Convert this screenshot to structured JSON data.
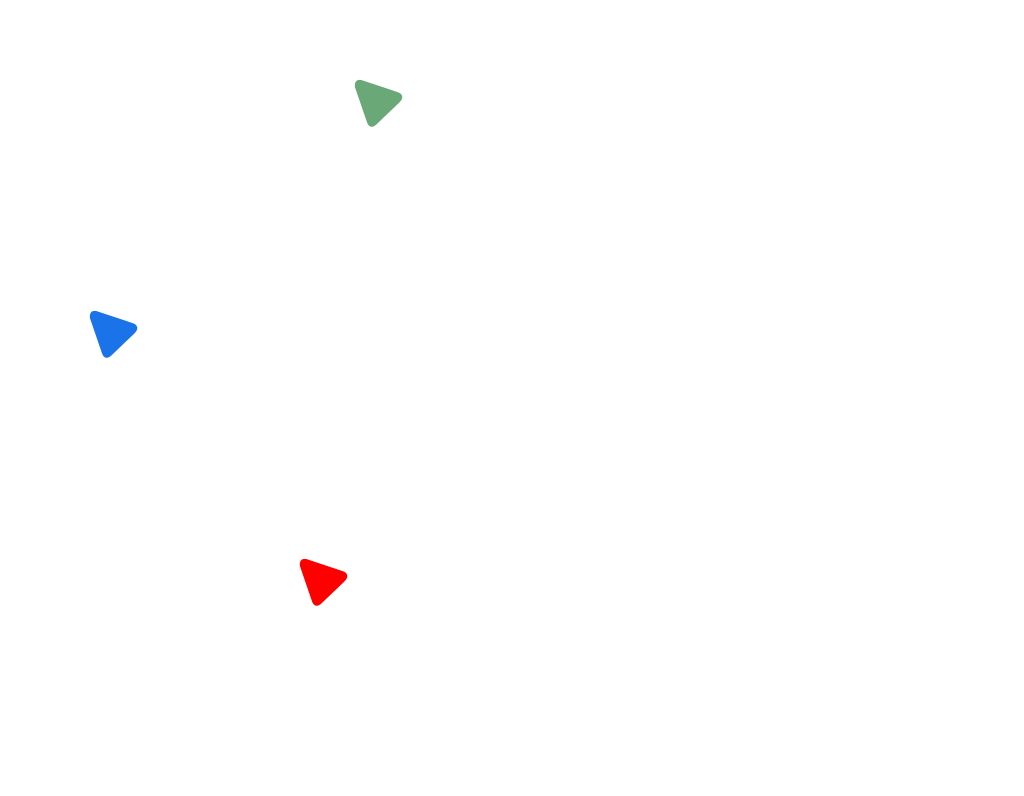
{
  "canvas": {
    "background": "#ffffff"
  },
  "markers": [
    {
      "id": "green",
      "icon": "rounded-triangle-pointer-icon",
      "color": "#6aa877"
    },
    {
      "id": "blue",
      "icon": "rounded-triangle-pointer-icon",
      "color": "#1a73e8"
    },
    {
      "id": "red",
      "icon": "rounded-triangle-pointer-icon",
      "color": "#ff0000"
    }
  ]
}
